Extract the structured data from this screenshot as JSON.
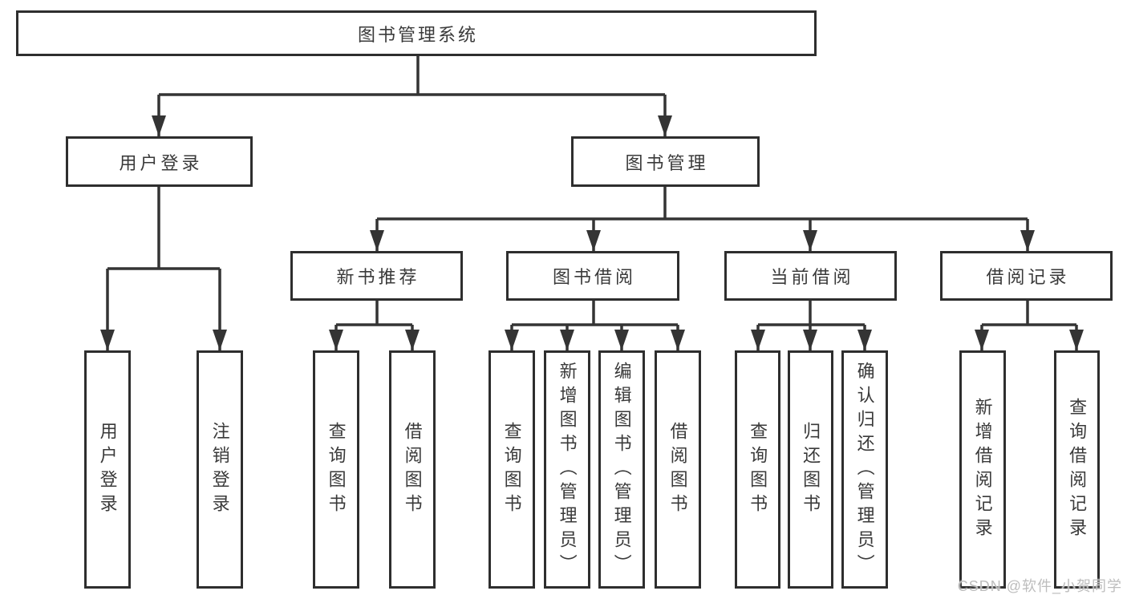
{
  "diagram": {
    "type": "hierarchy-tree",
    "colors": {
      "background": "#ffffff",
      "box_border": "#2e2e2e",
      "line": "#343434",
      "text": "#3a3a3a",
      "watermark": "#bdbdbd"
    },
    "tree": {
      "label": "图书管理系统",
      "children": [
        {
          "label": "用户登录",
          "children": [
            {
              "label": "用户登录"
            },
            {
              "label": "注销登录"
            }
          ]
        },
        {
          "label": "图书管理",
          "children": [
            {
              "label": "新书推荐",
              "children": [
                {
                  "label": "查询图书"
                },
                {
                  "label": "借阅图书"
                }
              ]
            },
            {
              "label": "图书借阅",
              "children": [
                {
                  "label": "查询图书"
                },
                {
                  "label": "新增图书（管理员）"
                },
                {
                  "label": "编辑图书（管理员）"
                },
                {
                  "label": "借阅图书"
                }
              ]
            },
            {
              "label": "当前借阅",
              "children": [
                {
                  "label": "查询图书"
                },
                {
                  "label": "归还图书"
                },
                {
                  "label": "确认归还（管理员）"
                }
              ]
            },
            {
              "label": "借阅记录",
              "children": [
                {
                  "label": "新增借阅记录"
                },
                {
                  "label": "查询借阅记录"
                }
              ]
            }
          ]
        }
      ]
    },
    "watermark": {
      "text": "CSDN @软件_小贺同学"
    }
  }
}
